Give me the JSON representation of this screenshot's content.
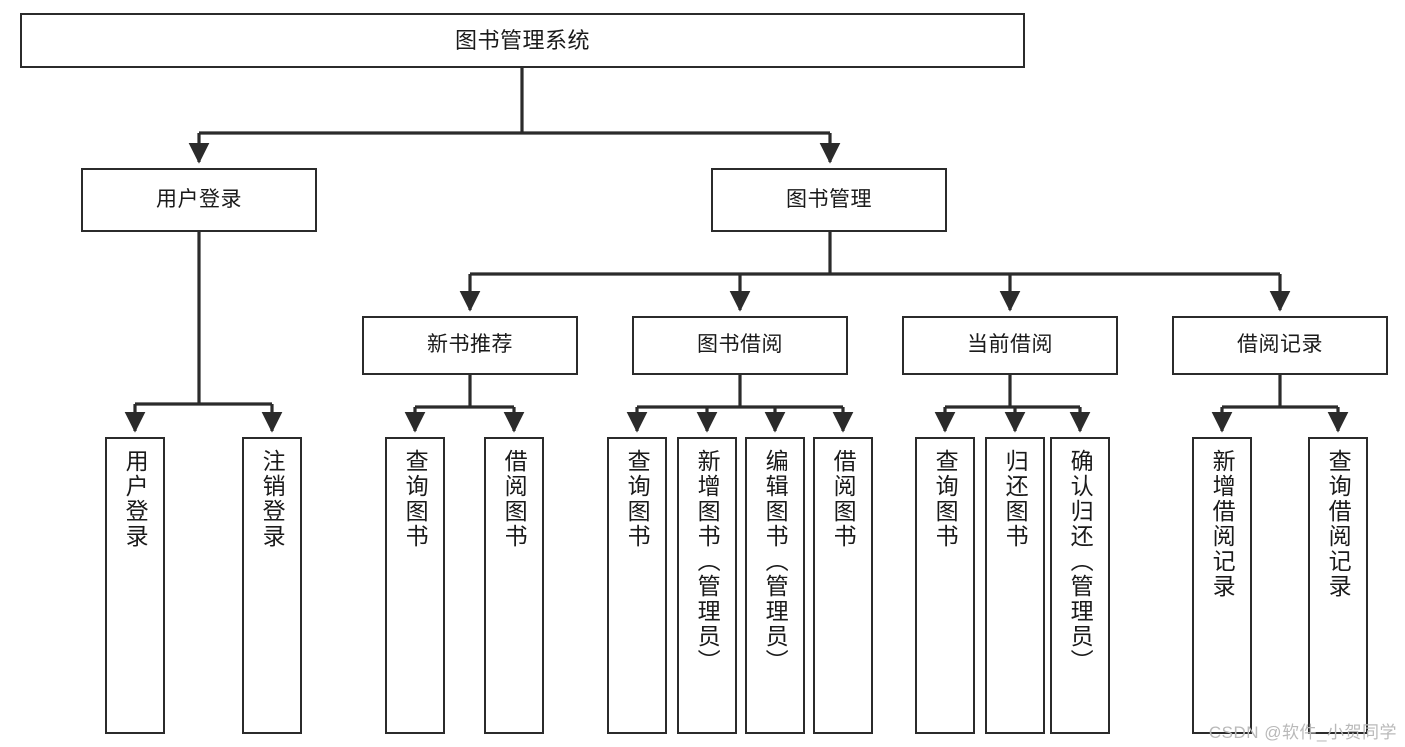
{
  "diagram": {
    "title": "图书管理系统",
    "type": "tree",
    "watermark": "CSDN @软件_小贺同学",
    "colors": {
      "stroke": "#2b2b2b",
      "fill": "#ffffff",
      "text": "#1a1a1a",
      "watermark": "#b9b9b9"
    },
    "nodes": {
      "root": {
        "label": "图书管理系统",
        "level": 0
      },
      "l1": [
        {
          "id": "user-login",
          "label": "用户登录",
          "level": 1
        },
        {
          "id": "book-manage",
          "label": "图书管理",
          "level": 1
        }
      ],
      "l2": [
        {
          "id": "new-book-recommend",
          "label": "新书推荐",
          "level": 2
        },
        {
          "id": "book-borrow",
          "label": "图书借阅",
          "level": 2
        },
        {
          "id": "current-borrow",
          "label": "当前借阅",
          "level": 2
        },
        {
          "id": "borrow-record",
          "label": "借阅记录",
          "level": 2
        }
      ],
      "leaves": [
        {
          "id": "leaf-user-login",
          "label": "用户登录",
          "parent": "user-login"
        },
        {
          "id": "leaf-user-logout",
          "label": "注销登录",
          "parent": "user-login"
        },
        {
          "id": "leaf-query-book-1",
          "label": "查询图书",
          "parent": "new-book-recommend"
        },
        {
          "id": "leaf-borrow-book-1",
          "label": "借阅图书",
          "parent": "new-book-recommend"
        },
        {
          "id": "leaf-query-book-2",
          "label": "查询图书",
          "parent": "book-borrow"
        },
        {
          "id": "leaf-add-book",
          "label": "新增图书（管理员）",
          "parent": "book-borrow"
        },
        {
          "id": "leaf-edit-book",
          "label": "编辑图书（管理员）",
          "parent": "book-borrow"
        },
        {
          "id": "leaf-borrow-book-2",
          "label": "借阅图书",
          "parent": "book-borrow"
        },
        {
          "id": "leaf-query-book-3",
          "label": "查询图书",
          "parent": "current-borrow"
        },
        {
          "id": "leaf-return-book",
          "label": "归还图书",
          "parent": "current-borrow"
        },
        {
          "id": "leaf-confirm-return",
          "label": "确认归还（管理员）",
          "parent": "current-borrow"
        },
        {
          "id": "leaf-add-record",
          "label": "新增借阅记录",
          "parent": "borrow-record"
        },
        {
          "id": "leaf-query-record",
          "label": "查询借阅记录",
          "parent": "borrow-record"
        }
      ]
    }
  }
}
